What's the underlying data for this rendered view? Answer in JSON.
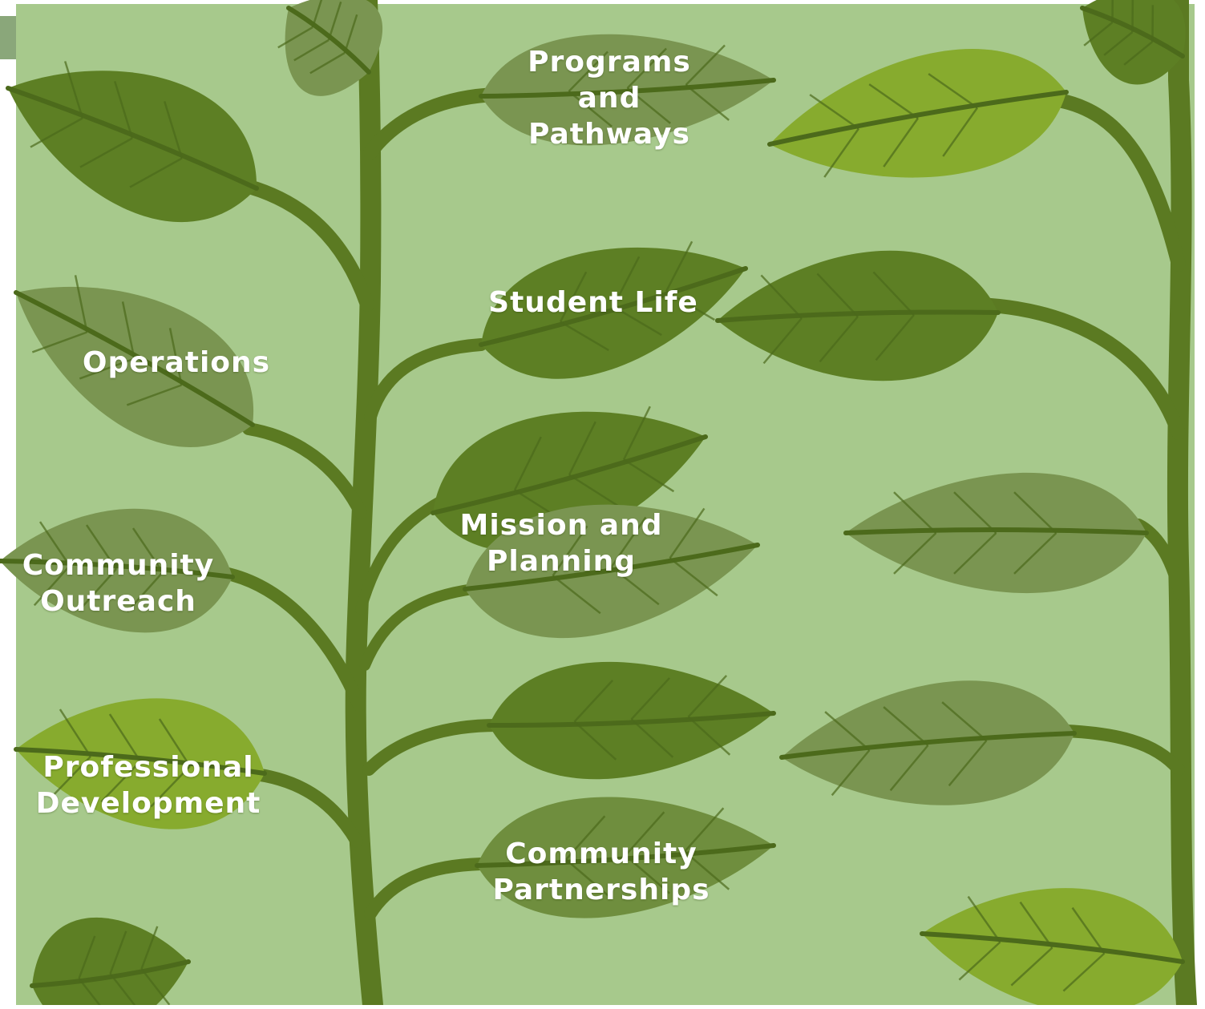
{
  "colors": {
    "background": "#a7c98c",
    "stem": "#5b7a22",
    "leaf_dark": "#5d7f24",
    "leaf_mid": "#6f8e3e",
    "leaf_muted": "#7a9551",
    "leaf_light": "#87ab2e",
    "vein": "#4c6a1b",
    "label": "#ffffff"
  },
  "labels": {
    "programs": "Programs\nand\nPathways",
    "student_life": "Student Life",
    "operations": "Operations",
    "mission": "Mission and\nPlanning",
    "community_outreach": "Community\nOutreach",
    "professional_development": "Professional\nDevelopment",
    "community_partnerships": "Community\nPartnerships"
  }
}
